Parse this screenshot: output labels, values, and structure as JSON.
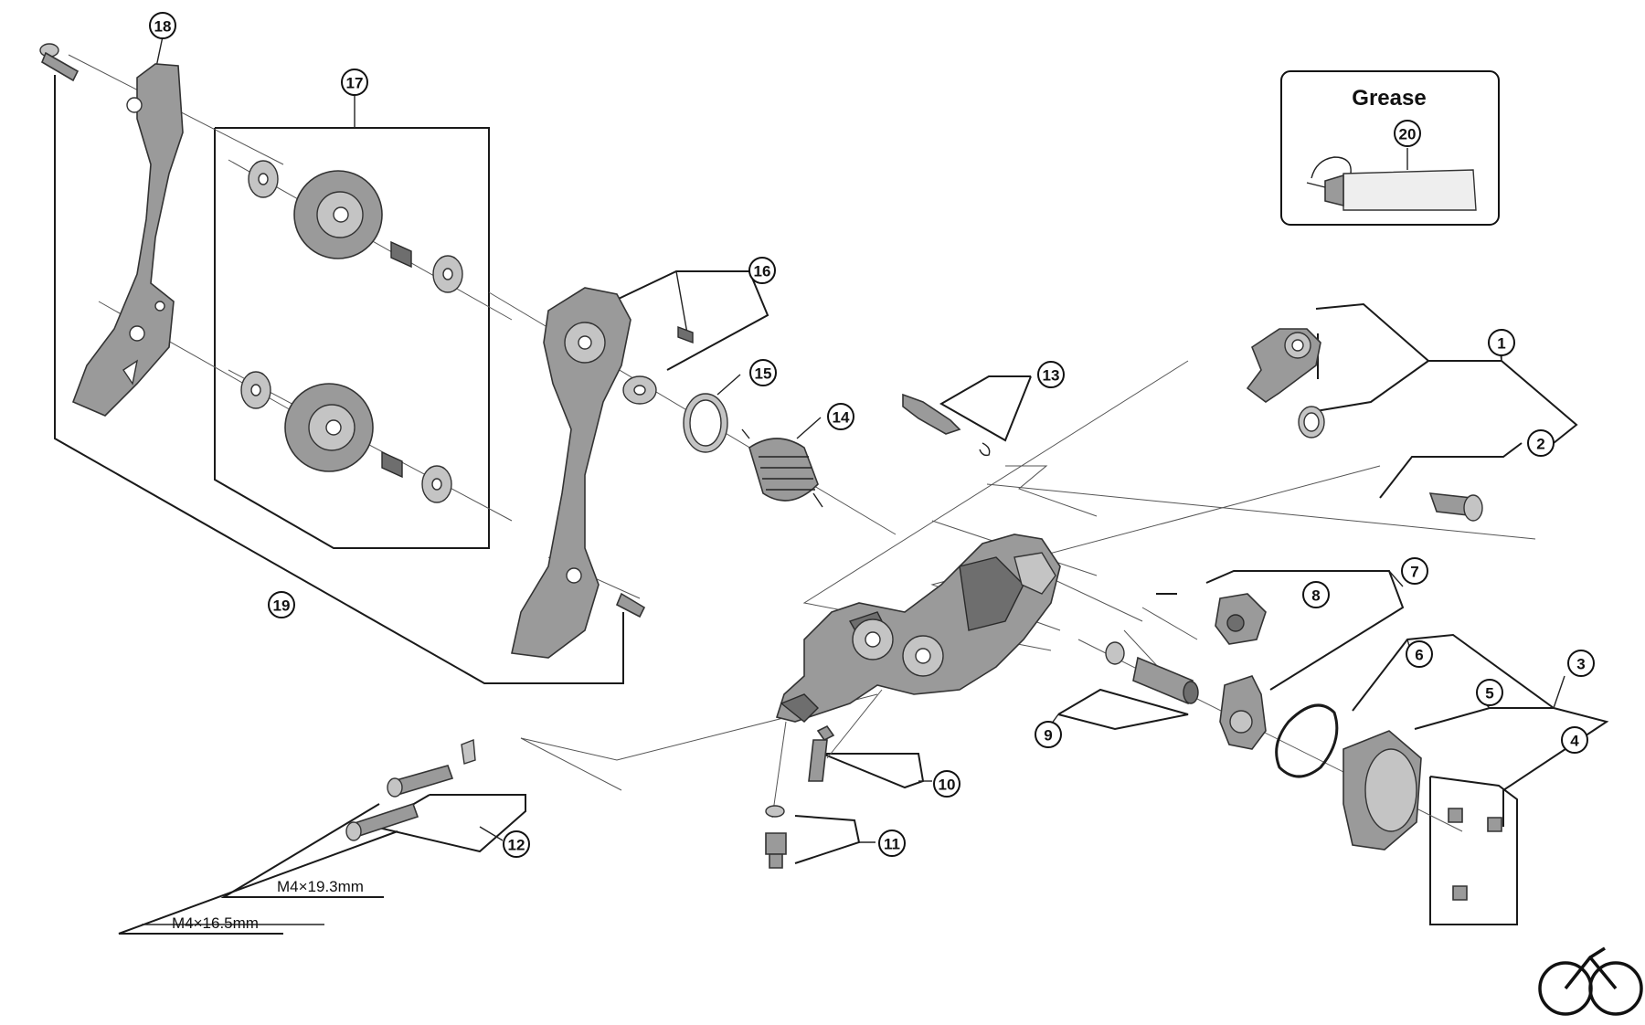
{
  "callouts": [
    {
      "id": "1",
      "label": "1"
    },
    {
      "id": "2",
      "label": "2"
    },
    {
      "id": "3",
      "label": "3"
    },
    {
      "id": "4",
      "label": "4"
    },
    {
      "id": "5",
      "label": "5"
    },
    {
      "id": "6",
      "label": "6"
    },
    {
      "id": "7",
      "label": "7"
    },
    {
      "id": "8",
      "label": "8"
    },
    {
      "id": "9",
      "label": "9"
    },
    {
      "id": "10",
      "label": "10"
    },
    {
      "id": "11",
      "label": "11"
    },
    {
      "id": "12",
      "label": "12"
    },
    {
      "id": "13",
      "label": "13"
    },
    {
      "id": "14",
      "label": "14"
    },
    {
      "id": "15",
      "label": "15"
    },
    {
      "id": "16",
      "label": "16"
    },
    {
      "id": "17",
      "label": "17"
    },
    {
      "id": "18",
      "label": "18"
    },
    {
      "id": "19",
      "label": "19"
    },
    {
      "id": "20",
      "label": "20"
    }
  ],
  "grease_box": {
    "title": "Grease"
  },
  "specs": {
    "bolt_long": "M4×19.3mm",
    "bolt_short": "M4×16.5mm"
  },
  "logo": {
    "name": "bicycle-icon"
  }
}
